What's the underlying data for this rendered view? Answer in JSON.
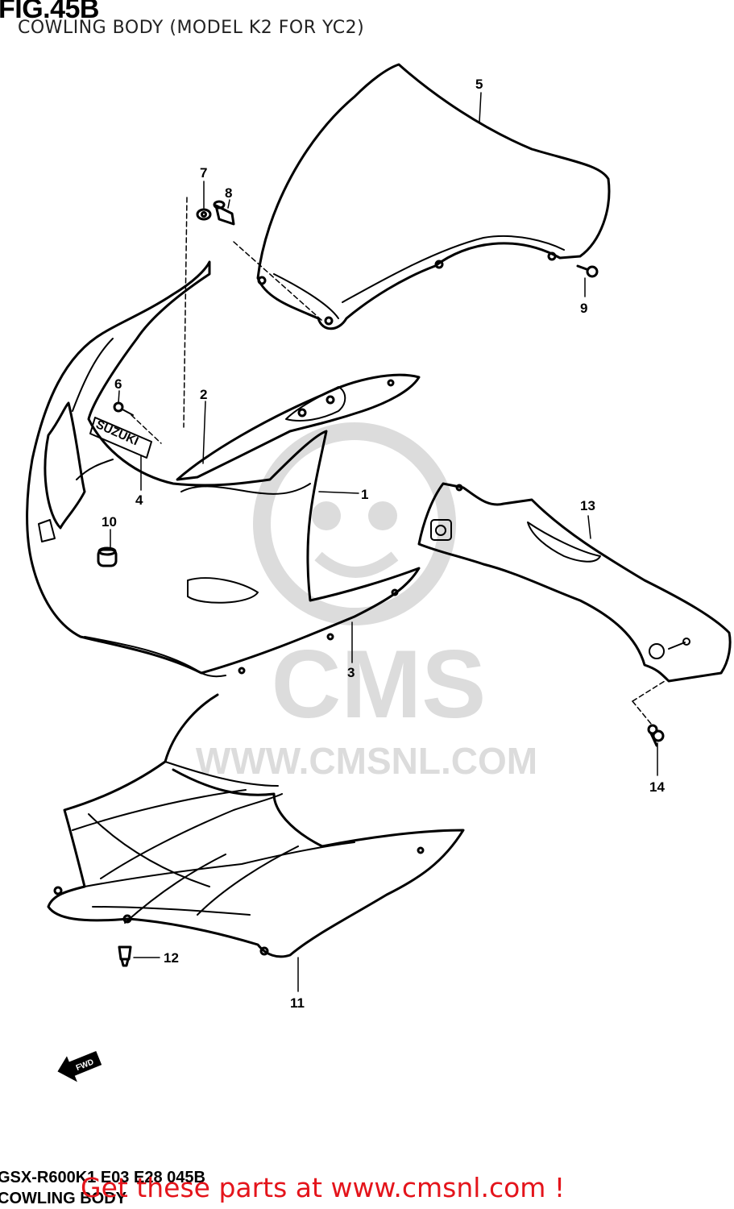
{
  "figure": {
    "number": "FIG.45B",
    "subtitle": "COWLING BODY (MODEL K2 FOR YC2)"
  },
  "callouts": [
    {
      "id": "1",
      "label": "1"
    },
    {
      "id": "2",
      "label": "2"
    },
    {
      "id": "3",
      "label": "3"
    },
    {
      "id": "4",
      "label": "4"
    },
    {
      "id": "5",
      "label": "5"
    },
    {
      "id": "6",
      "label": "6"
    },
    {
      "id": "7",
      "label": "7"
    },
    {
      "id": "8",
      "label": "8"
    },
    {
      "id": "9",
      "label": "9"
    },
    {
      "id": "10",
      "label": "10"
    },
    {
      "id": "11",
      "label": "11"
    },
    {
      "id": "12",
      "label": "12"
    },
    {
      "id": "13",
      "label": "13"
    },
    {
      "id": "14",
      "label": "14"
    }
  ],
  "emblem_text": "SUZUKI",
  "watermark": {
    "brand": "CMS",
    "url": "WWW.CMSNL.COM",
    "color": "#d9d9d9"
  },
  "fwd_marker": {
    "label": "FWD",
    "icon": "forward-arrow-icon"
  },
  "footer": {
    "model_code": "GSX-R600K1 E03 E28 045B",
    "section_name": "COWLING BODY",
    "cta_text": "Get these parts at www.cmsnl.com !",
    "cta_color": "#e4141b"
  }
}
